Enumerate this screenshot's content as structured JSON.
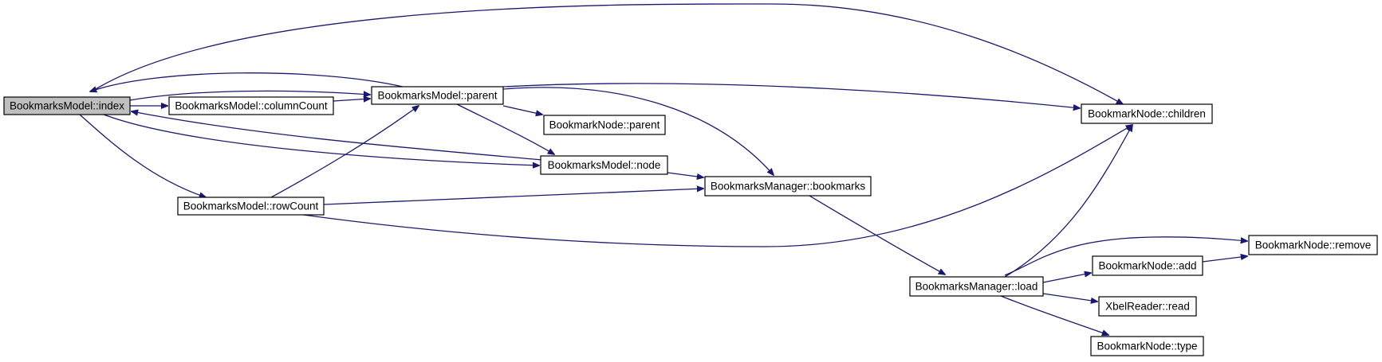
{
  "diagram": {
    "edge_color": "#191970",
    "current_node_fill": "#bfbfbf",
    "nodes": [
      {
        "id": "index",
        "label": "BookmarksModel::index",
        "current": true
      },
      {
        "id": "columnCount",
        "label": "BookmarksModel::columnCount"
      },
      {
        "id": "parent",
        "label": "BookmarksModel::parent"
      },
      {
        "id": "rowCount",
        "label": "BookmarksModel::rowCount"
      },
      {
        "id": "nodeParent",
        "label": "BookmarkNode::parent"
      },
      {
        "id": "node",
        "label": "BookmarksModel::node"
      },
      {
        "id": "bookmarks",
        "label": "BookmarksManager::bookmarks"
      },
      {
        "id": "children",
        "label": "BookmarkNode::children"
      },
      {
        "id": "load",
        "label": "BookmarksManager::load"
      },
      {
        "id": "remove",
        "label": "BookmarkNode::remove"
      },
      {
        "id": "add",
        "label": "BookmarkNode::add"
      },
      {
        "id": "read",
        "label": "XbelReader::read"
      },
      {
        "id": "type",
        "label": "BookmarkNode::type"
      }
    ],
    "edges": [
      {
        "from": "index",
        "to": "columnCount"
      },
      {
        "from": "index",
        "to": "parent"
      },
      {
        "from": "index",
        "to": "rowCount"
      },
      {
        "from": "index",
        "to": "node"
      },
      {
        "from": "index",
        "to": "children"
      },
      {
        "from": "columnCount",
        "to": "parent"
      },
      {
        "from": "parent",
        "to": "index"
      },
      {
        "from": "parent",
        "to": "nodeParent"
      },
      {
        "from": "parent",
        "to": "node"
      },
      {
        "from": "parent",
        "to": "bookmarks"
      },
      {
        "from": "parent",
        "to": "children"
      },
      {
        "from": "rowCount",
        "to": "parent"
      },
      {
        "from": "rowCount",
        "to": "bookmarks"
      },
      {
        "from": "rowCount",
        "to": "children"
      },
      {
        "from": "node",
        "to": "index"
      },
      {
        "from": "node",
        "to": "bookmarks"
      },
      {
        "from": "bookmarks",
        "to": "load"
      },
      {
        "from": "load",
        "to": "children"
      },
      {
        "from": "load",
        "to": "remove"
      },
      {
        "from": "load",
        "to": "add"
      },
      {
        "from": "load",
        "to": "read"
      },
      {
        "from": "load",
        "to": "type"
      },
      {
        "from": "add",
        "to": "remove"
      }
    ]
  }
}
